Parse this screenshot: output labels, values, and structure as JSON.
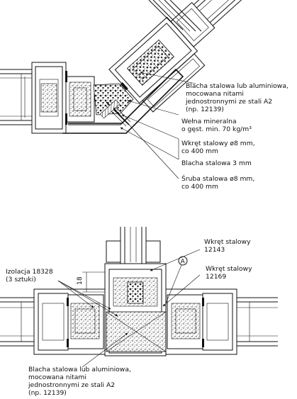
{
  "top_detail": {
    "callouts": [
      {
        "lines": [
          "Blacha stalowa lub aluminiowa,",
          "mocowana nitami",
          "jednostronnymi ze stali A2",
          "(np. 12139)"
        ]
      },
      {
        "lines": [
          "Wełna mineralna",
          "o gęst. min. 70 kg/m³"
        ]
      },
      {
        "lines": [
          "Wkręt stalowy ø8 mm,",
          "co 400 mm"
        ]
      },
      {
        "lines": [
          "Blacha stalowa 3 mm"
        ]
      },
      {
        "lines": [
          "Śruba stalowa ø8 mm,",
          "co 400 mm"
        ]
      }
    ]
  },
  "bottom_detail": {
    "wkret_1": [
      "Wkręt stalowy",
      "12143"
    ],
    "wkret_2": [
      "Wkręt stalowy",
      "12169"
    ],
    "izolacja": [
      "Izolacja 18328",
      "(3 sztuki)"
    ],
    "dimension": "18",
    "circle_label": "A",
    "blacha": [
      "Blacha stalowa lub aluminiowa,",
      "mocowana nitami",
      "jednostronnymi ze stali A2",
      "(np. 12139)"
    ]
  },
  "colors": {
    "ink": "#111111",
    "paper": "#ffffff"
  }
}
